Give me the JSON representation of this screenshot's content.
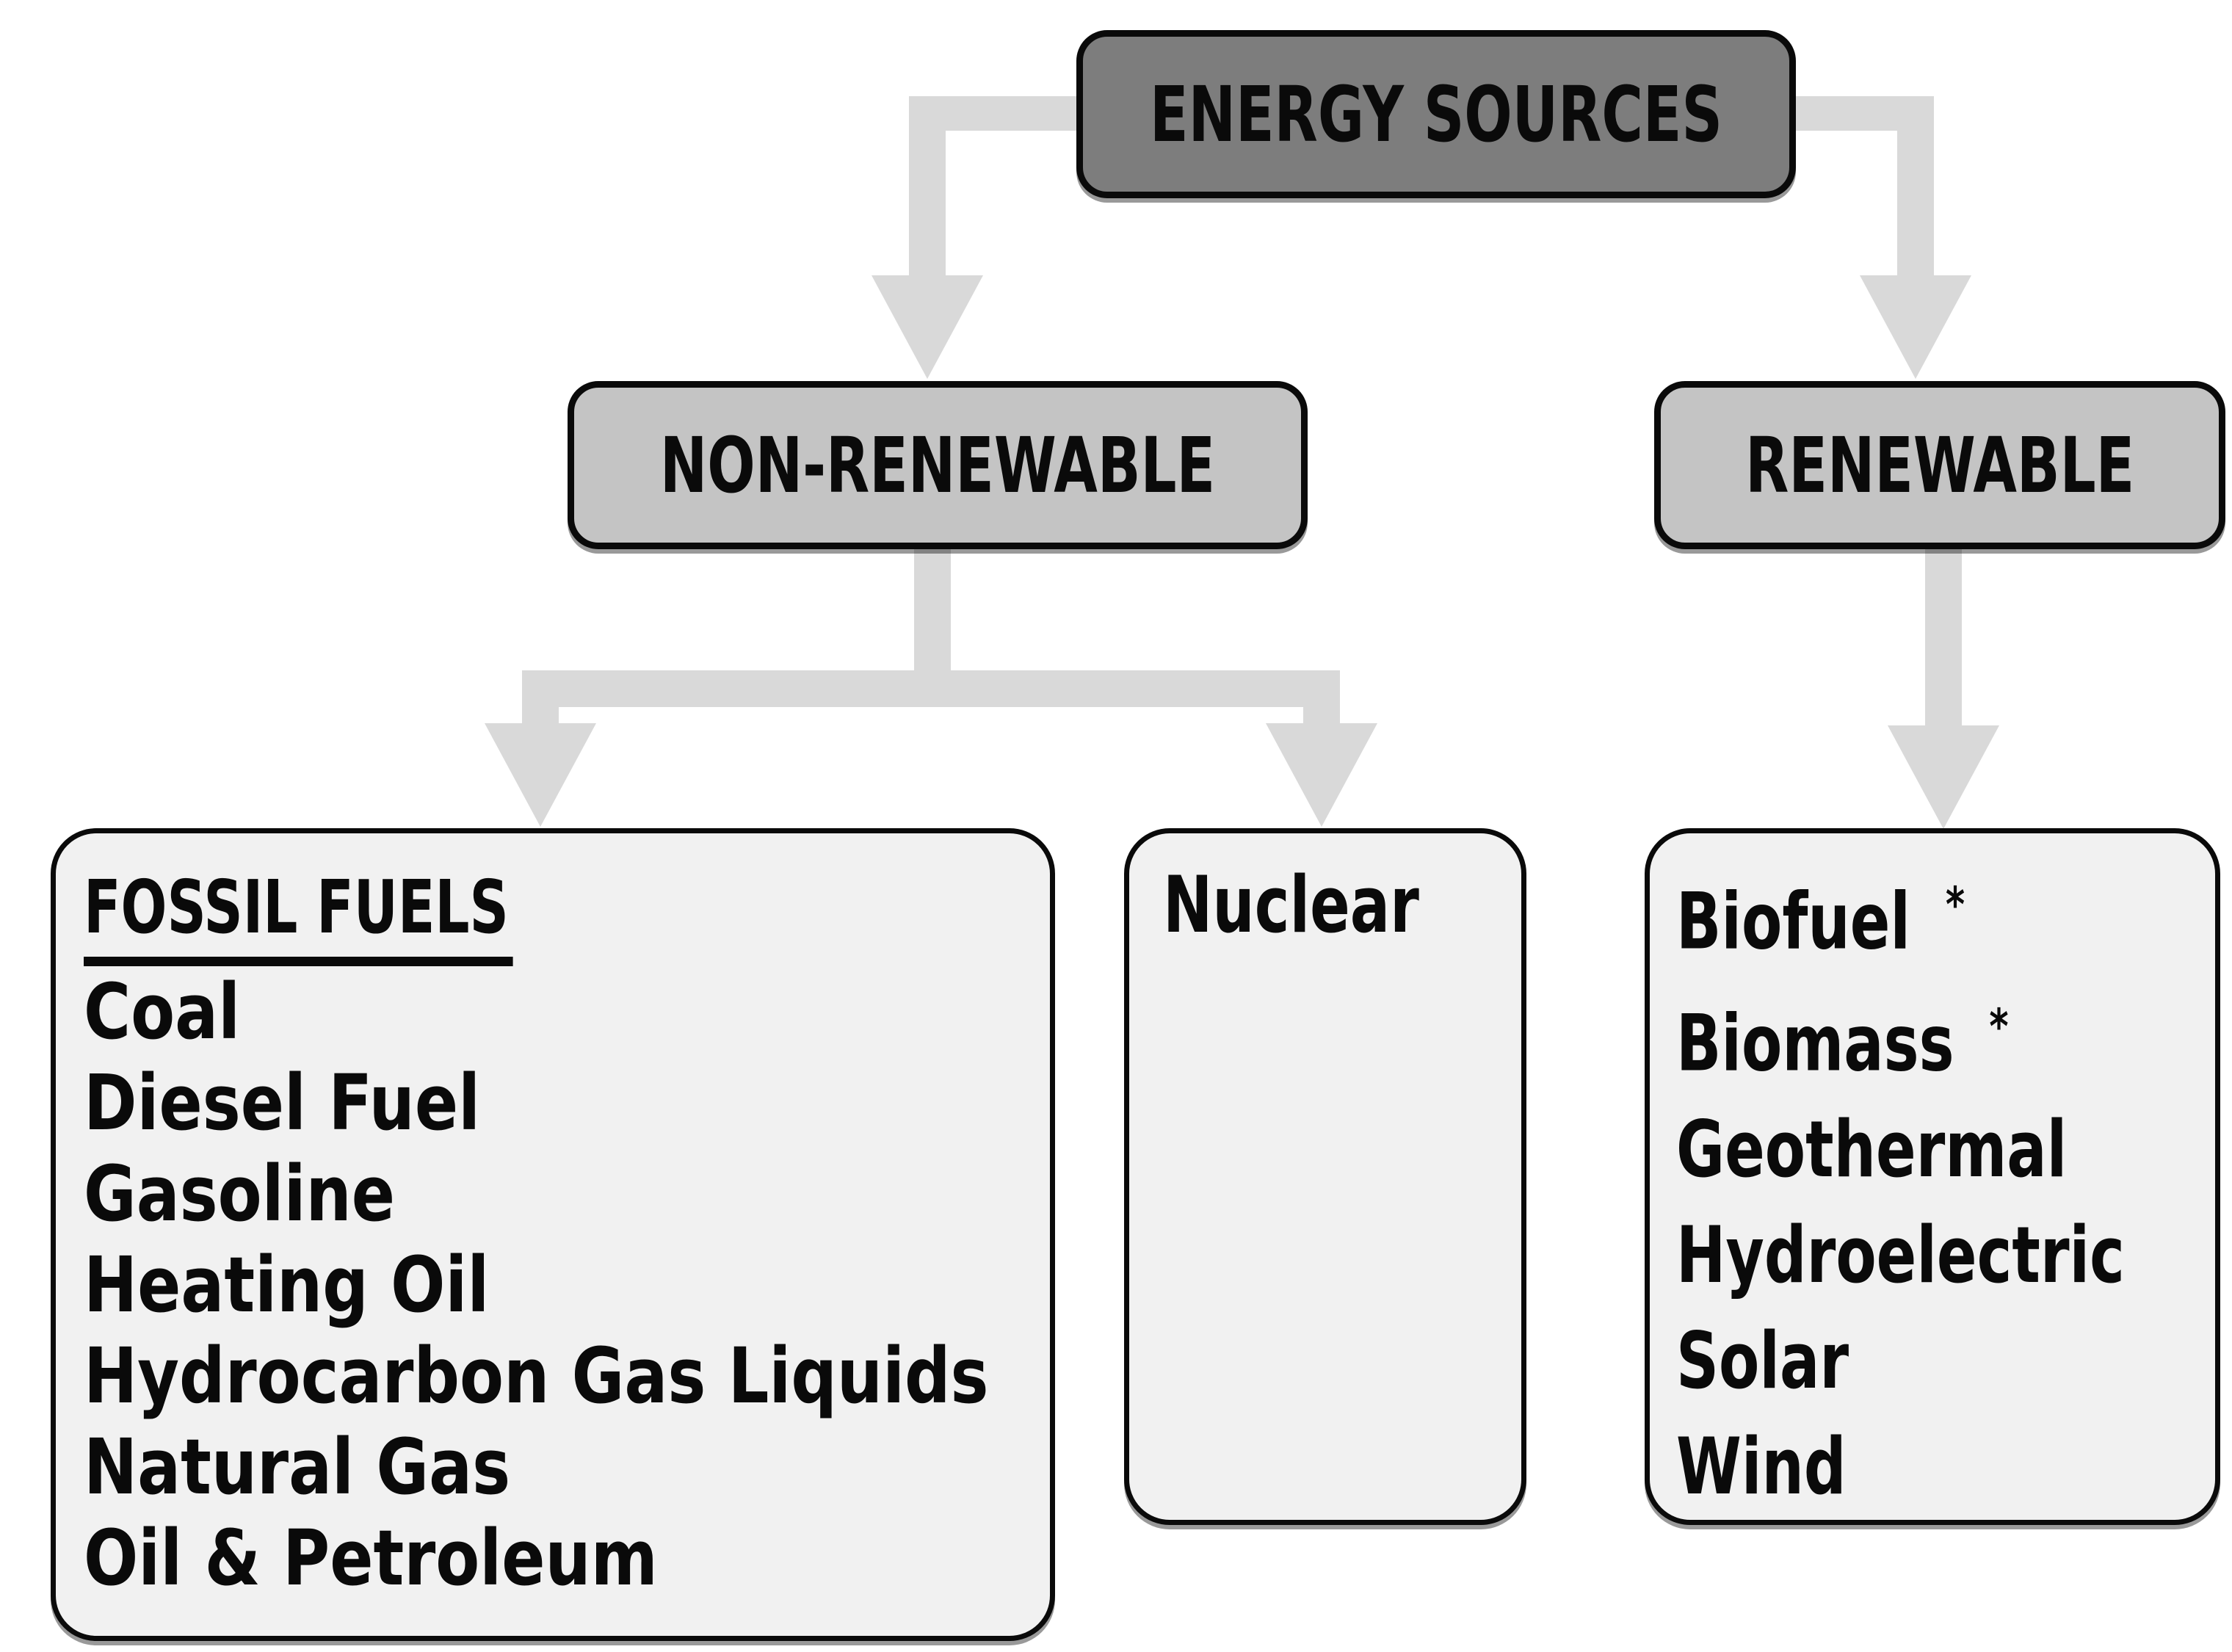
{
  "diagram": {
    "root": {
      "label": "ENERGY SOURCES"
    },
    "branches": {
      "nonrenewable": {
        "label": "NON-RENEWABLE"
      },
      "renewable": {
        "label": "RENEWABLE"
      }
    },
    "fossil": {
      "heading": "FOSSIL FUELS",
      "items": [
        "Coal",
        "Diesel Fuel",
        "Gasoline",
        "Heating Oil",
        "Hydrocarbon Gas Liquids",
        "Natural Gas",
        "Oil & Petroleum"
      ]
    },
    "nuclear": {
      "label": "Nuclear"
    },
    "renewable_sources": {
      "items": [
        {
          "label": "Biofuel",
          "marker": "*"
        },
        {
          "label": "Biomass",
          "marker": "*"
        },
        {
          "label": "Geothermal"
        },
        {
          "label": "Hydroelectric"
        },
        {
          "label": "Solar"
        },
        {
          "label": "Wind"
        }
      ]
    },
    "colors": {
      "root_fill": "#7d7d7d",
      "branch_fill": "#c4c4c4",
      "panel_fill": "#f1f1f1",
      "connector": "#d9d9d9",
      "border": "#0a0a0a",
      "text": "#0a0a0a"
    }
  }
}
